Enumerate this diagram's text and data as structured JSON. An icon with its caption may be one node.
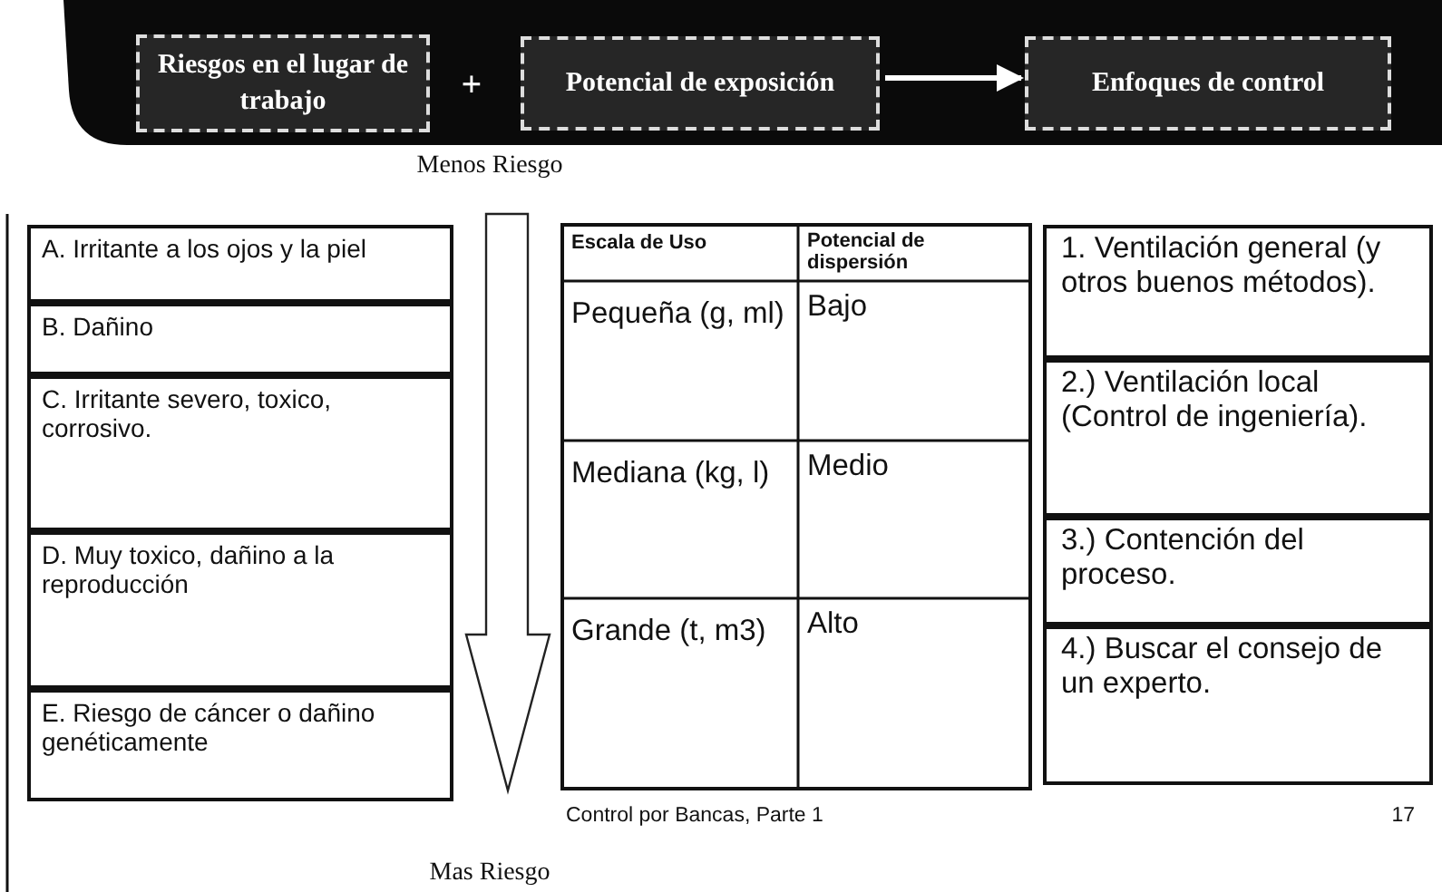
{
  "diagram": {
    "nodes": [
      {
        "text": [
          "Riesgos en el lugar de trabajo"
        ]
      },
      {
        "text": [
          "Potencial de exposición"
        ]
      },
      {
        "text": [
          "Enfoques de control"
        ]
      },
      {
        "text": [
          "A. Irritante a los ojos y la piel"
        ]
      },
      {
        "text": [
          "B. Dañino"
        ]
      },
      {
        "text": [
          "C. Irritante severo, toxico, corrosivo."
        ]
      },
      {
        "text": [
          "D. Muy toxico, dañino a la reproducción"
        ]
      },
      {
        "text": [
          "E. Riesgo de cáncer o dañino genéticamente"
        ]
      },
      {
        "text": [
          "1. Ventilación general (y otros buenos métodos)."
        ]
      },
      {
        "text": [
          "2.) Ventilación local (Control de ingeniería)."
        ]
      },
      {
        "text": [
          "3.) Contención del proceso."
        ]
      },
      {
        "text": [
          "4.)  Buscar el consejo de un experto."
        ]
      }
    ],
    "edges": [
      {
        "from": 1,
        "to": 2,
        "arrow": "to"
      }
    ],
    "labels": [
      "+",
      "Menos Riesgo",
      "Escala de Uso",
      "Potencial de dispersión",
      "Pequeña (g, ml)",
      "Bajo",
      "Mediana (kg, l)",
      "Medio",
      "Grande (t, m3)",
      "Alto",
      "Control por Bancas, Parte 1",
      "17",
      "Mas Riesgo"
    ]
  }
}
